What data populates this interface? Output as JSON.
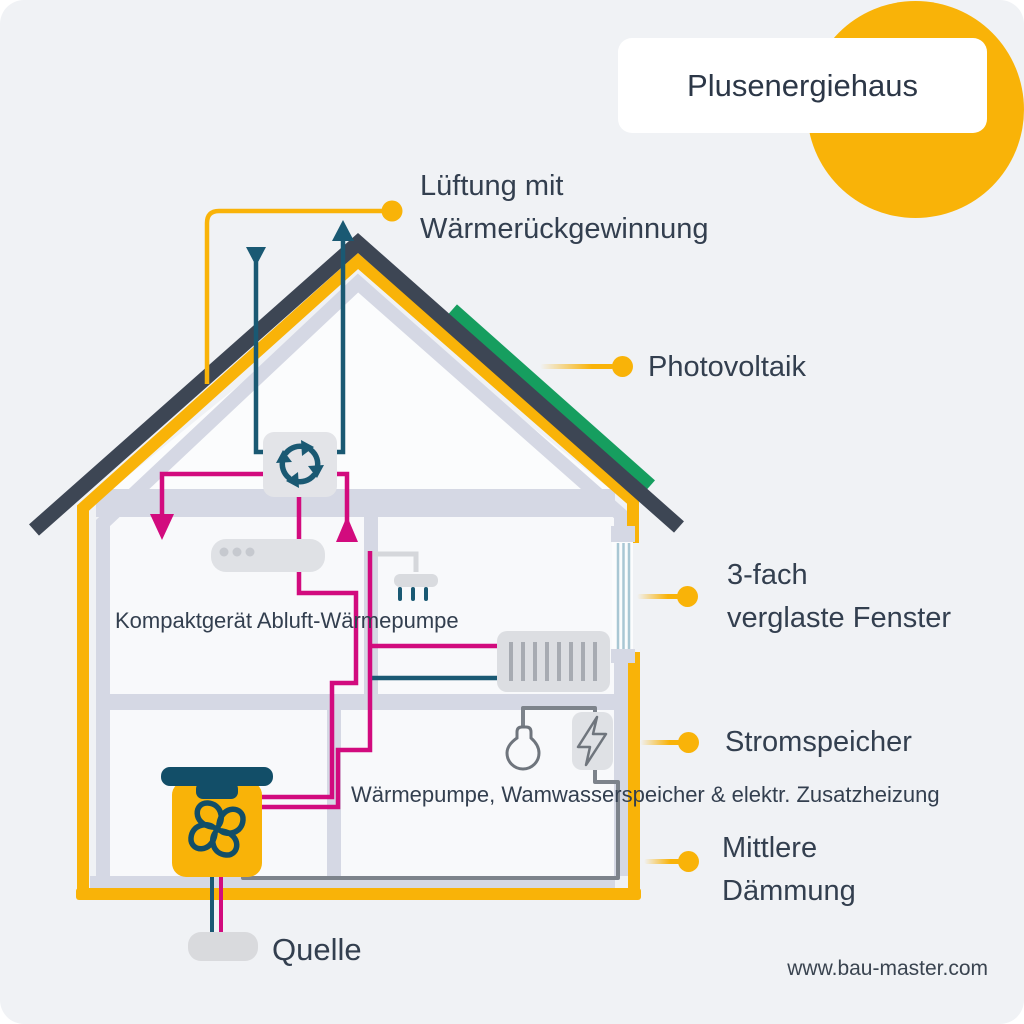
{
  "title": "Plusenergiehaus",
  "callouts": {
    "ventilation": {
      "line1": "Lüftung mit",
      "line2": "Wärmerückgewinnung"
    },
    "photovoltaic": {
      "label": "Photovoltaik"
    },
    "windows": {
      "line1": "3-fach",
      "line2": "verglaste Fenster"
    },
    "battery_storage": {
      "label": "Stromspeicher"
    },
    "insulation": {
      "line1": "Mittlere",
      "line2": "Dämmung"
    },
    "source": {
      "label": "Quelle"
    }
  },
  "components": {
    "compact_unit": {
      "line1": "Kompaktgerät",
      "line2": "Abluft-Wärmepumpe"
    },
    "heat_pump_unit": {
      "line1": "Wärmepumpe,",
      "line2": "Wamwasserspeicher",
      "line3": "& elektr. Zusatzheizung"
    }
  },
  "footer": {
    "website": "www.bau-master.com"
  },
  "icons": {
    "heat_recovery": "circular-arrows-icon",
    "heat_pump_fan": "pinwheel-fan-icon",
    "light": "bulb-icon",
    "battery": "lightning-bolt-icon",
    "shower": "shower-head-icon"
  },
  "colors": {
    "bg": "#f0f2f5",
    "room": "#f8f9fb",
    "attic": "#fbfcfd",
    "lavender": "#d5d8e4",
    "accent_yellow": "#f9b308",
    "roof_dark": "#3d4654",
    "green": "#169e5f",
    "magenta": "#d20b7e",
    "teal": "#1a5973",
    "teal_dark": "#124e68",
    "gray_wire": "#7d838b",
    "gray_outline": "#6f757d",
    "gray_fill": "#dfe1e5",
    "gray_fill2": "#dcdee2",
    "fin": "#a7abb2",
    "text": "#333f4f",
    "white": "#ffffff"
  }
}
